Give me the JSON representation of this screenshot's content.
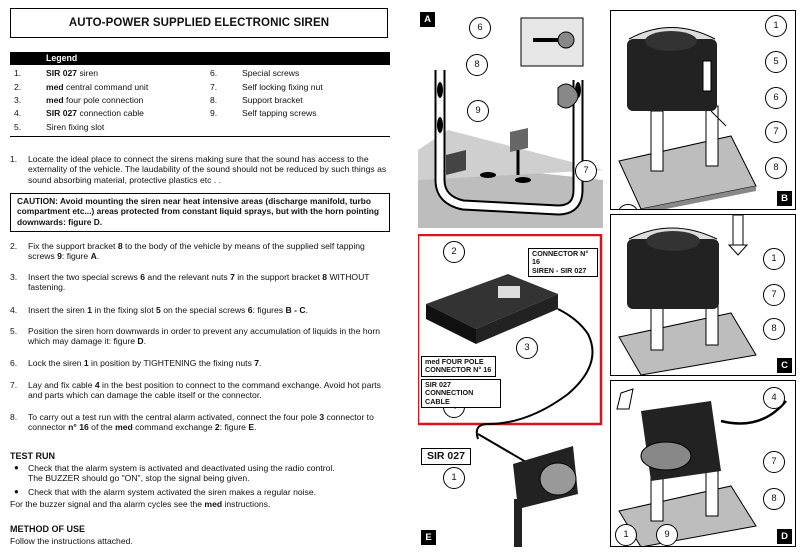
{
  "title": "AUTO-POWER SUPPLIED ELECTRONIC SIREN",
  "legend": {
    "heading": "Legend",
    "items": [
      {
        "num": "1.",
        "bold": "SIR 027",
        "text": " siren"
      },
      {
        "num": "2.",
        "bold": "med",
        "text": " central command unit"
      },
      {
        "num": "3.",
        "bold": "med",
        "text": " four pole connection"
      },
      {
        "num": "4.",
        "bold": "SIR 027",
        "text": " connection cable"
      },
      {
        "num": "5.",
        "bold": "",
        "text": "Siren fixing slot"
      },
      {
        "num": "6.",
        "bold": "",
        "text": "Special screws"
      },
      {
        "num": "7.",
        "bold": "",
        "text": "Self locking fixing nut"
      },
      {
        "num": "8.",
        "bold": "",
        "text": "Support bracket"
      },
      {
        "num": "9.",
        "bold": "",
        "text": "Self tapping screws"
      }
    ]
  },
  "steps": {
    "s1": {
      "num": "1.",
      "text": "Locate the ideal place to connect the sirens making sure that the sound has access to the externality of the vehicle. The laudability of the sound should not be reduced by such things as sound absorbing material, protective plastics etc . ."
    },
    "caution": "CAUTION: Avoid mounting the siren near heat intensive areas (discharge manifold, turbo compartment etc...) areas protected from constant liquid sprays, but with the horn pointing downwards: figure D.",
    "s2": {
      "num": "2.",
      "a": "Fix the support bracket ",
      "b": "8",
      "c": " to the body of the vehicle by means of the supplied self tapping screws ",
      "d": "9",
      "e": ": figure ",
      "f": "A",
      "g": "."
    },
    "s3": {
      "num": "3.",
      "a": "Insert the two special screws ",
      "b": "6",
      "c": " and the relevant nuts ",
      "d": "7",
      "e": " in the support bracket ",
      "f": "8",
      "g": " WITHOUT fastening."
    },
    "s4": {
      "num": "4.",
      "a": "Insert the siren ",
      "b": "1",
      "c": " in the fixing slot ",
      "d": "5",
      "e": " on the special screws ",
      "f": "6",
      "g": ": figures ",
      "h": "B - C",
      "i": "."
    },
    "s5": {
      "num": "5.",
      "a": "Position the siren horn downwards in order to prevent any accumulation of liquids in the horn which may damage it: figure ",
      "b": "D",
      "c": "."
    },
    "s6": {
      "num": "6.",
      "a": "Lock the siren ",
      "b": "1",
      "c": " in position by TIGHTENING the fixing nuts ",
      "d": "7",
      "e": "."
    },
    "s7": {
      "num": "7.",
      "a": "Lay and fix cable ",
      "b": "4",
      "c": " in the best position to connect to the command exchange. Avoid hot parts and parts which can damage the cable itself or the connector."
    },
    "s8": {
      "num": "8.",
      "a": "To carry out a test run with the central alarm activated, connect the four pole ",
      "b": "3",
      "c": " connector to connector ",
      "d": "n° 16",
      "e": " of the ",
      "f": "med",
      "g": " command exchange ",
      "h": "2",
      "i": ": figure ",
      "j": "E",
      "k": "."
    }
  },
  "test_run": {
    "title": "TEST RUN",
    "b1": "Check that the alarm system is activated and deactivated using the radio control.",
    "b1b": "The BUZZER should go \"ON\", stop the signal being given.",
    "b2": "Check that with the alarm system activated the siren makes a regular noise.",
    "b3a": "For the buzzer signal and tha alarm cycles see the ",
    "b3b": "med",
    "b3c": " instructions."
  },
  "method": {
    "title": "METHOD OF USE",
    "text": "Follow the instructions attached."
  },
  "figures": {
    "A": {
      "tag": "A",
      "callouts": [
        "6",
        "8",
        "9",
        "7"
      ]
    },
    "B": {
      "tag": "B",
      "callouts": [
        "1",
        "5",
        "6",
        "7",
        "8",
        "9"
      ]
    },
    "C": {
      "tag": "C",
      "callouts": [
        "1",
        "7",
        "8"
      ]
    },
    "D": {
      "tag": "D",
      "callouts": [
        "4",
        "7",
        "8",
        "1",
        "9"
      ]
    },
    "E": {
      "tag": "E",
      "callouts": [
        "2",
        "3",
        "4",
        "1"
      ],
      "connector_label_1": "CONNECTOR N° 16",
      "connector_label_2": "SIREN  -  SIR  027",
      "med_label_1": "med   FOUR  POLE",
      "med_label_2": "CONNECTOR N° 16",
      "cable_label_1": "SIR 027 CONNECTION",
      "cable_label_2": "CABLE",
      "sir_box": "SIR 027"
    }
  },
  "colors": {
    "highlight": "#d8141c",
    "ink": "#000000",
    "shade": "#bfbfbf",
    "panel_bg": "#ffffff"
  }
}
